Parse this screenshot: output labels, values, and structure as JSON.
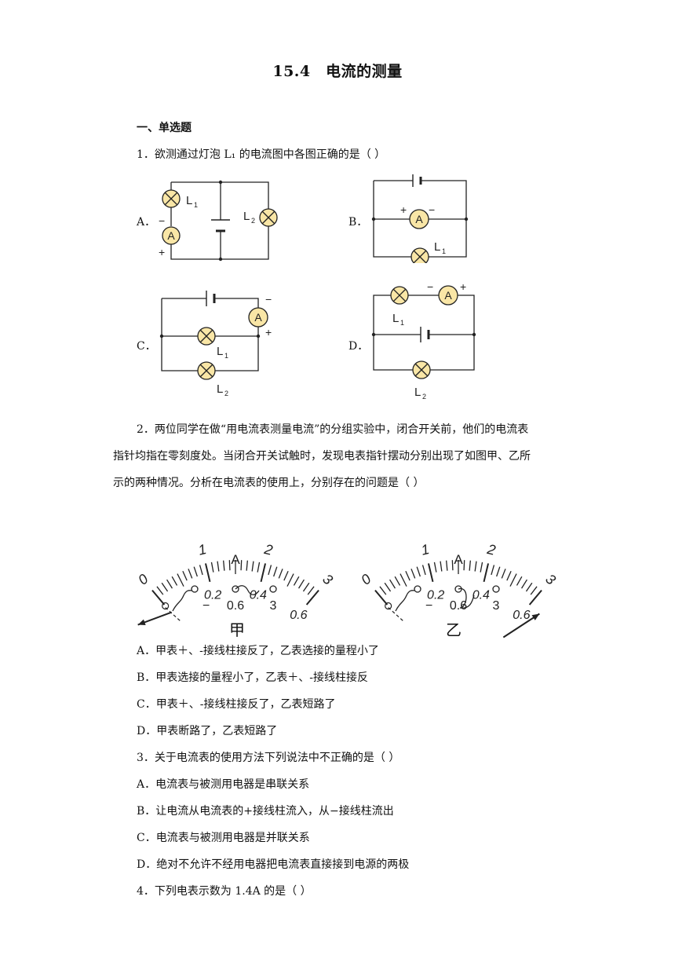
{
  "title": "15.4　电流的测量",
  "section": "一、单选题",
  "q1": {
    "stem": "1．欲测通过灯泡 L₁ 的电流图中各图正确的是（    ）",
    "options": {
      "a": "A．",
      "b": "B．",
      "c": "C．",
      "d": "D．"
    },
    "labels": {
      "l1": "L₁",
      "l2": "L₂",
      "meter": "A",
      "plus": "+",
      "minus": "−"
    }
  },
  "q2": {
    "line1": "2．两位同学在做“用电流表测量电流”的分组实验中，闭合开关前，他们的电流表",
    "line2": "指针均指在零刻度处。当闭合开关试触时，发现电表指针摆动分别出现了如图甲、乙所",
    "line3": "示的两种情况。分析在电流表的使用上，分别存在的问题是（        ）",
    "meter": {
      "big_ticks": [
        "0",
        "1",
        "2",
        "3"
      ],
      "small_ticks": [
        "0.2",
        "0.4",
        "0.6"
      ],
      "unit": "A",
      "terminals": [
        "−",
        "0.6",
        "3"
      ],
      "captions": [
        "甲",
        "乙"
      ]
    },
    "options": [
      "A．甲表＋、-接线柱接反了，乙表选接的量程小了",
      "B．甲表选接的量程小了，乙表＋、-接线柱接反",
      "C．甲表＋、-接线柱接反了，乙表短路了",
      "D．甲表断路了，乙表短路了"
    ]
  },
  "q3": {
    "stem": "3．关于电流表的使用方法下列说法中不正确的是（    ）",
    "options": [
      "A．电流表与被测用电器是串联关系",
      "B．让电流从电流表的+接线柱流入，从−接线柱流出",
      "C．电流表与被测用电器是并联关系",
      "D．绝对不允许不经用电器把电流表直接接到电源的两极"
    ]
  },
  "q4": {
    "stem": "4．下列电表示数为 1.4A 的是（        ）"
  }
}
